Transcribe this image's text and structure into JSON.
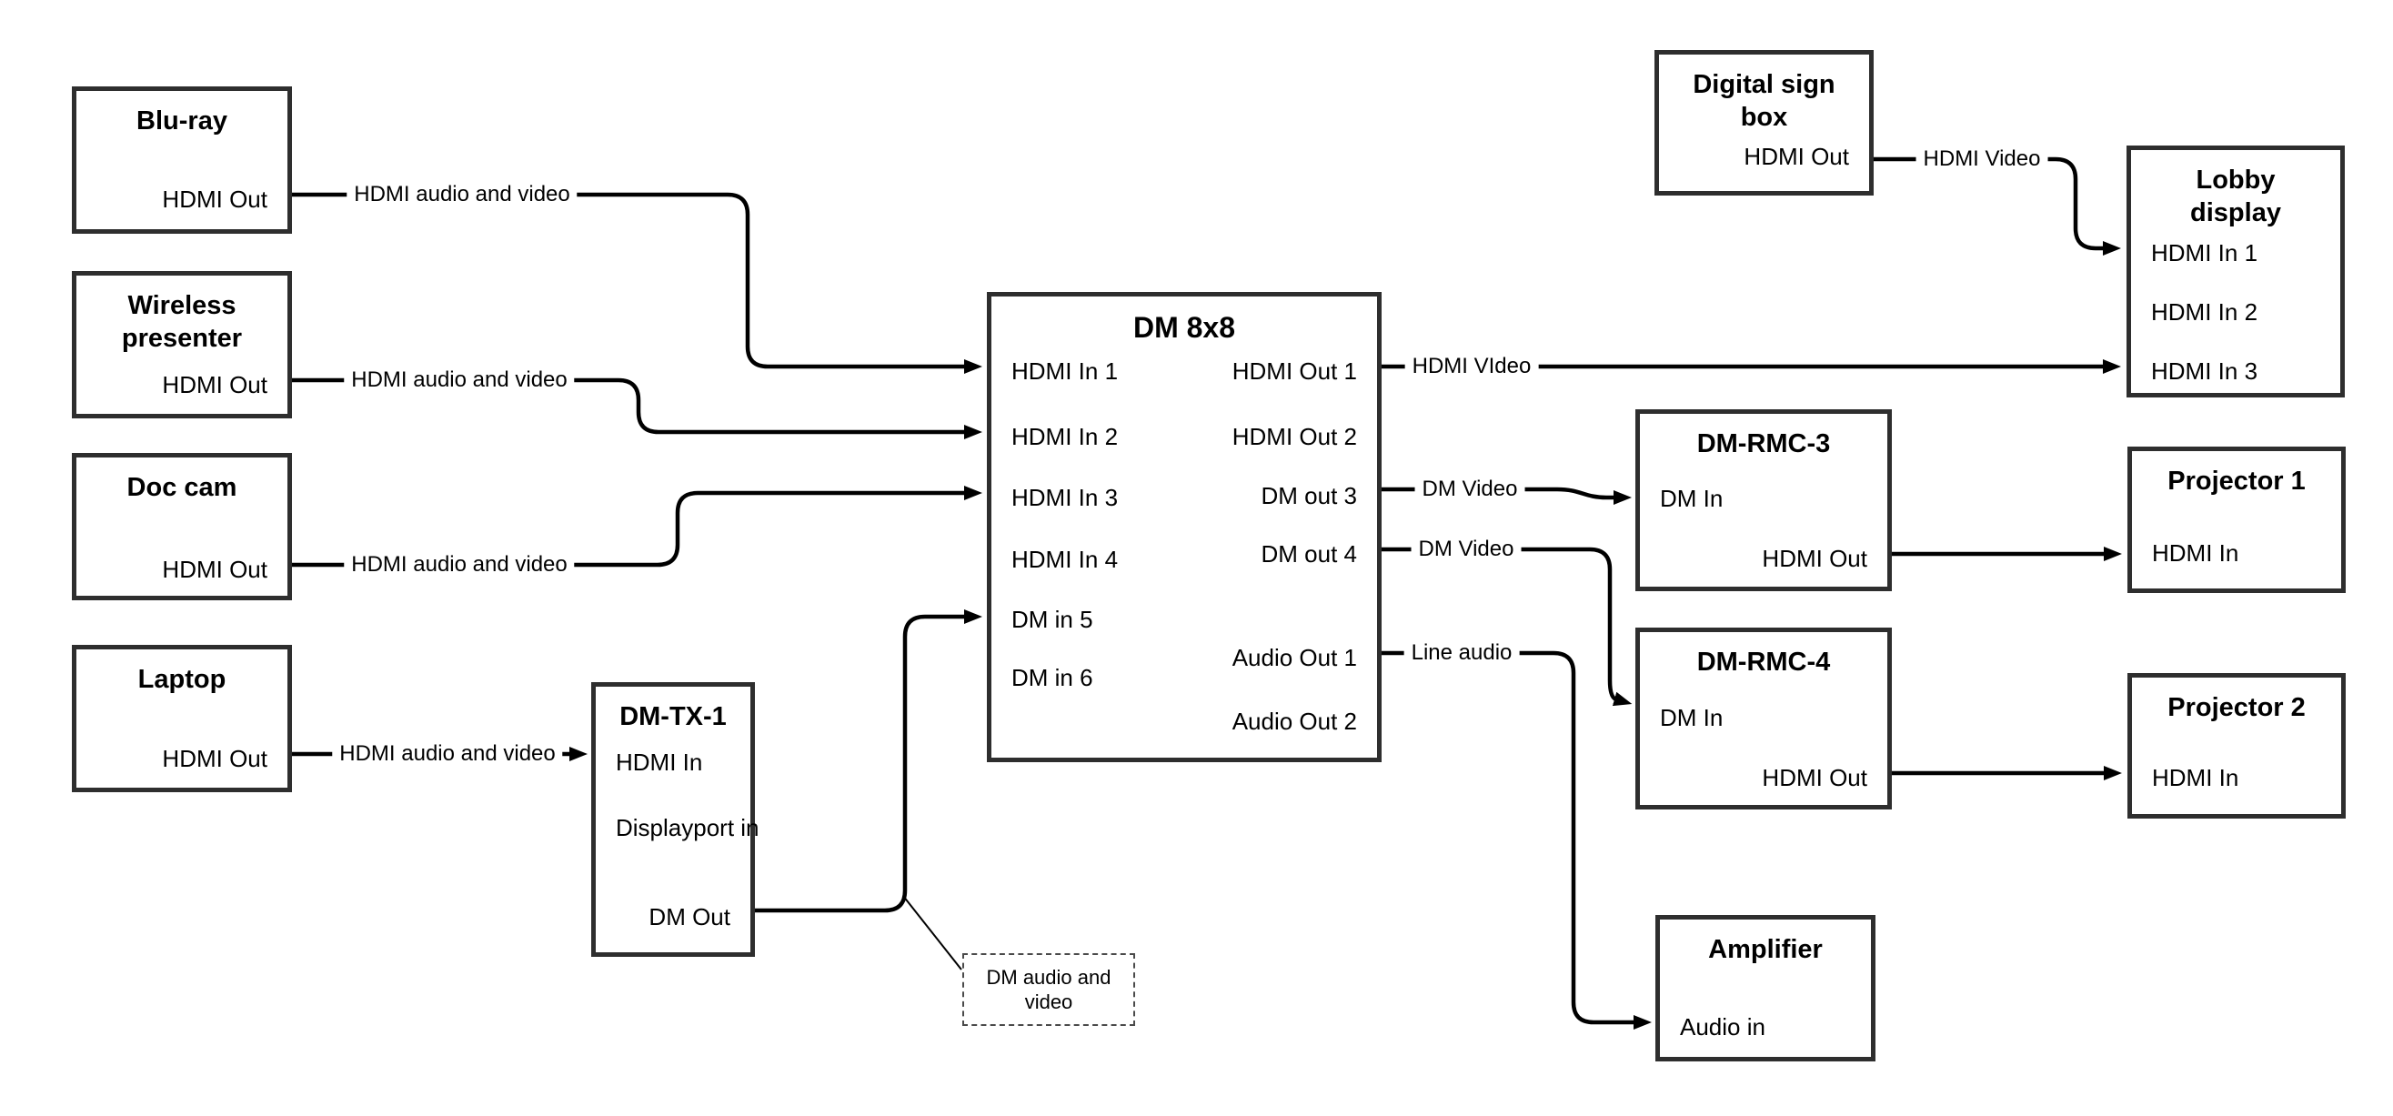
{
  "diagram_type": "av-signal-flow",
  "colors": {
    "background": "#ffffff",
    "box_border": "#2e2e2e",
    "line": "#000000",
    "text": "#000000"
  },
  "nodes": {
    "bluray": {
      "title": "Blu-ray",
      "ports": {
        "hdmi_out": "HDMI Out"
      }
    },
    "wireless": {
      "title": "Wireless presenter",
      "ports": {
        "hdmi_out": "HDMI Out"
      }
    },
    "doccam": {
      "title": "Doc cam",
      "ports": {
        "hdmi_out": "HDMI Out"
      }
    },
    "laptop": {
      "title": "Laptop",
      "ports": {
        "hdmi_out": "HDMI Out"
      }
    },
    "dmtx1": {
      "title": "DM-TX-1",
      "ports": {
        "hdmi_in": "HDMI In",
        "displayport_in": "Displayport in",
        "dm_out": "DM Out"
      }
    },
    "dm8x8": {
      "title": "DM 8x8",
      "ports": {
        "hdmi_in_1": "HDMI In 1",
        "hdmi_in_2": "HDMI In 2",
        "hdmi_in_3": "HDMI In 3",
        "hdmi_in_4": "HDMI In 4",
        "dm_in_5": "DM in 5",
        "dm_in_6": "DM in 6",
        "hdmi_out_1": "HDMI Out 1",
        "hdmi_out_2": "HDMI Out 2",
        "dm_out_3": "DM out 3",
        "dm_out_4": "DM out 4",
        "audio_out_1": "Audio Out 1",
        "audio_out_2": "Audio Out 2"
      }
    },
    "digital_sign": {
      "title": "Digital sign box",
      "ports": {
        "hdmi_out": "HDMI Out"
      }
    },
    "lobby": {
      "title": "Lobby display",
      "ports": {
        "hdmi_in_1": "HDMI In 1",
        "hdmi_in_2": "HDMI In 2",
        "hdmi_in_3": "HDMI In 3"
      }
    },
    "dmrmc3": {
      "title": "DM-RMC-3",
      "ports": {
        "dm_in": "DM In",
        "hdmi_out": "HDMI Out"
      }
    },
    "proj1": {
      "title": "Projector 1",
      "ports": {
        "hdmi_in": "HDMI In"
      }
    },
    "dmrmc4": {
      "title": "DM-RMC-4",
      "ports": {
        "dm_in": "DM In",
        "hdmi_out": "HDMI Out"
      }
    },
    "proj2": {
      "title": "Projector 2",
      "ports": {
        "hdmi_in": "HDMI In"
      }
    },
    "amplifier": {
      "title": "Amplifier",
      "ports": {
        "audio_in": "Audio in"
      }
    }
  },
  "edges": [
    {
      "from": "bluray.hdmi_out",
      "to": "dm8x8.hdmi_in_1",
      "label": "HDMI audio and video"
    },
    {
      "from": "wireless.hdmi_out",
      "to": "dm8x8.hdmi_in_2",
      "label": "HDMI audio and video"
    },
    {
      "from": "doccam.hdmi_out",
      "to": "dm8x8.hdmi_in_3",
      "label": "HDMI audio and video"
    },
    {
      "from": "laptop.hdmi_out",
      "to": "dmtx1.hdmi_in",
      "label": "HDMI audio and video"
    },
    {
      "from": "dmtx1.dm_out",
      "to": "dm8x8.dm_in_5",
      "label": ""
    },
    {
      "from": "dm8x8.hdmi_out_1",
      "to": "lobby.hdmi_in_3",
      "label": "HDMI VIdeo"
    },
    {
      "from": "dm8x8.dm_out_3",
      "to": "dmrmc3.dm_in",
      "label": "DM Video"
    },
    {
      "from": "dm8x8.dm_out_4",
      "to": "dmrmc4.dm_in",
      "label": "DM Video"
    },
    {
      "from": "dm8x8.audio_out_1",
      "to": "amplifier.audio_in",
      "label": "Line audio"
    },
    {
      "from": "digital_sign.hdmi_out",
      "to": "lobby.hdmi_in_1",
      "label": "HDMI Video"
    },
    {
      "from": "dmrmc3.hdmi_out",
      "to": "proj1.hdmi_in",
      "label": ""
    },
    {
      "from": "dmrmc4.hdmi_out",
      "to": "proj2.hdmi_in",
      "label": ""
    }
  ],
  "callout": {
    "text": "DM audio and video"
  }
}
